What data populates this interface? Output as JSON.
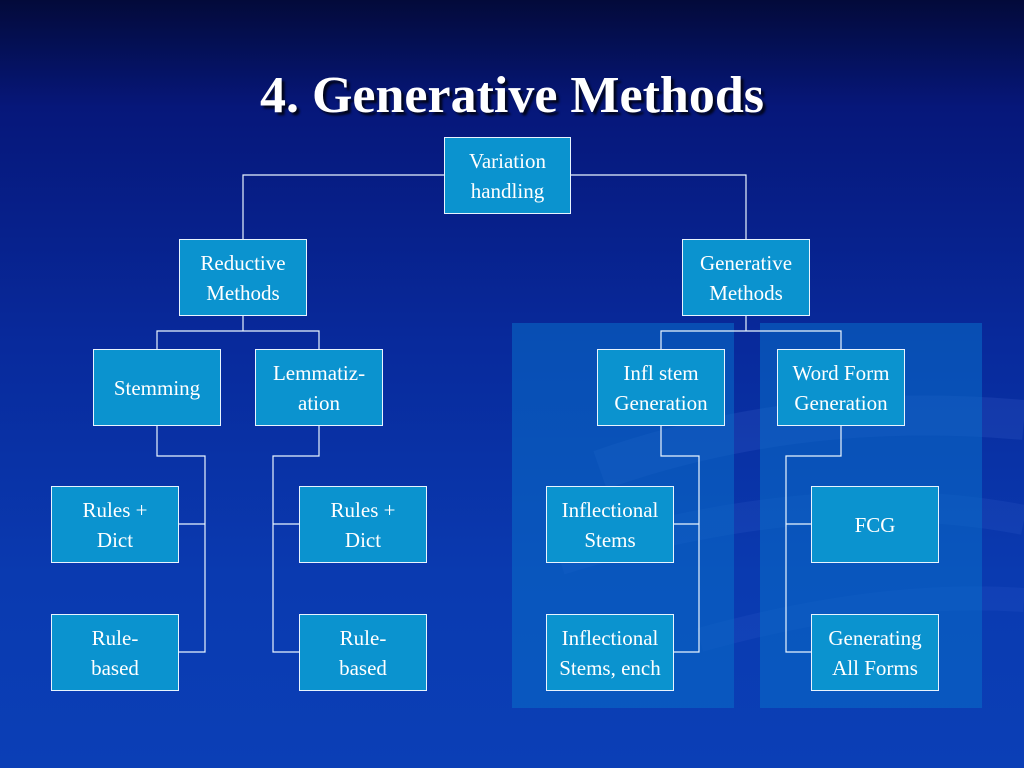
{
  "slide": {
    "title": "4. Generative Methods"
  },
  "colors": {
    "node_fill": "#0b93cf",
    "node_border": "#e8f4ff",
    "connector": "#e8f4ff",
    "highlight": "#0a6ec8"
  },
  "nodes": {
    "root": "Variation\nhandling",
    "reductive": "Reductive\nMethods",
    "generative": "Generative\nMethods",
    "stemming": "Stemming",
    "lemmatization": "Lemmatiz-\nation",
    "infl_stem_generation": "Infl stem\nGeneration",
    "word_form_generation": "Word Form\nGeneration",
    "stem_rules_dict": "Rules +\nDict",
    "stem_rule_based": "Rule-\nbased",
    "lemma_rules_dict": "Rules +\nDict",
    "lemma_rule_based": "Rule-\nbased",
    "inflectional_stems": "Inflectional\nStems",
    "inflectional_stems_ench": "Inflectional\nStems, ench",
    "fcg": "FCG",
    "generating_all_forms": "Generating\nAll Forms"
  }
}
